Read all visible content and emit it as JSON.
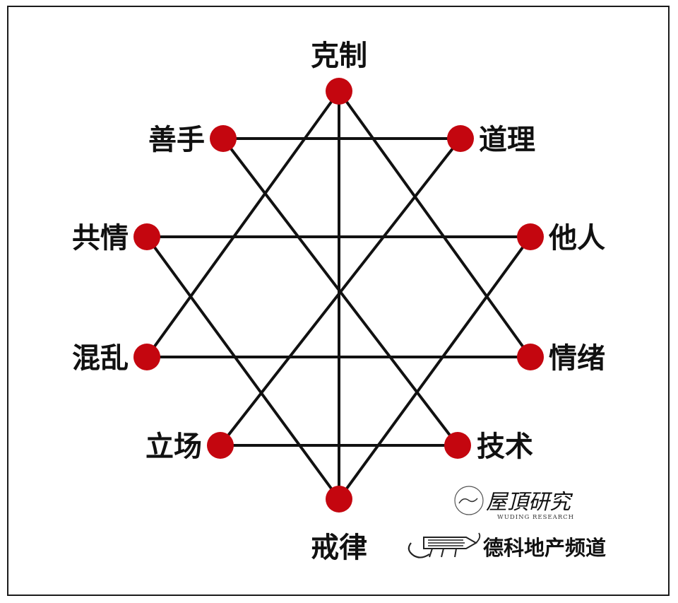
{
  "nodes": [
    {
      "id": "kezhi",
      "label": "克制"
    },
    {
      "id": "daoli",
      "label": "道理"
    },
    {
      "id": "taren",
      "label": "他人"
    },
    {
      "id": "qingxu",
      "label": "情绪"
    },
    {
      "id": "jishu",
      "label": "技术"
    },
    {
      "id": "jielv",
      "label": "戒律"
    },
    {
      "id": "lichang",
      "label": "立场"
    },
    {
      "id": "hunluan",
      "label": "混乱"
    },
    {
      "id": "gongqing",
      "label": "共情"
    },
    {
      "id": "shanshou",
      "label": "善手"
    }
  ],
  "edges": [
    [
      "kezhi",
      "jielv"
    ],
    [
      "kezhi",
      "hunluan"
    ],
    [
      "kezhi",
      "qingxu"
    ],
    [
      "shanshou",
      "daoli"
    ],
    [
      "shanshou",
      "jishu"
    ],
    [
      "daoli",
      "lichang"
    ],
    [
      "gongqing",
      "taren"
    ],
    [
      "gongqing",
      "jielv"
    ],
    [
      "taren",
      "jielv"
    ],
    [
      "hunluan",
      "qingxu"
    ],
    [
      "lichang",
      "jishu"
    ]
  ],
  "colors": {
    "node": "#c4060f",
    "line": "#111111",
    "text": "#111111",
    "border": "#1a1a1a"
  },
  "branding": {
    "logo1_name": "屋頂研究",
    "logo1_sub": "WUDING RESEARCH",
    "logo2_name": "德科地产频道"
  }
}
